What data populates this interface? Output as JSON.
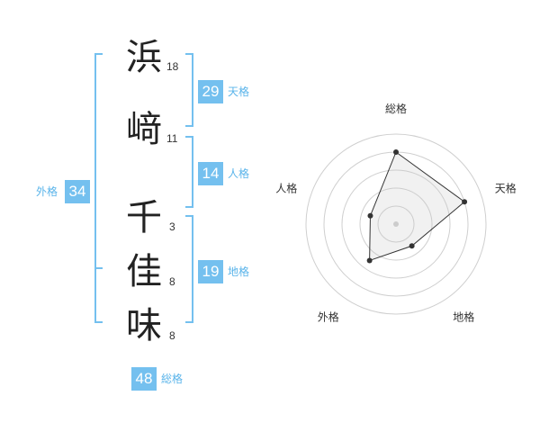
{
  "characters": [
    {
      "char": "浜",
      "strokes": "18"
    },
    {
      "char": "﨑",
      "strokes": "11"
    },
    {
      "char": "千",
      "strokes": "3"
    },
    {
      "char": "佳",
      "strokes": "8"
    },
    {
      "char": "味",
      "strokes": "8"
    }
  ],
  "fortune": {
    "tenkaku": {
      "value": "29",
      "label": "天格"
    },
    "jinkaku": {
      "value": "14",
      "label": "人格"
    },
    "chikaku": {
      "value": "19",
      "label": "地格"
    },
    "gaikaku": {
      "value": "34",
      "label": "外格"
    },
    "soukaku": {
      "value": "48",
      "label": "総格"
    }
  },
  "colors": {
    "accent": "#74c0ef",
    "bracket": "#74c0ef",
    "badge_text": "#ffffff"
  },
  "chart_data": {
    "type": "radar",
    "axes": [
      "総格",
      "天格",
      "地格",
      "外格",
      "人格"
    ],
    "values": [
      4,
      4,
      1.5,
      2.5,
      1.5
    ],
    "range": [
      0,
      5
    ],
    "rings": 5
  }
}
